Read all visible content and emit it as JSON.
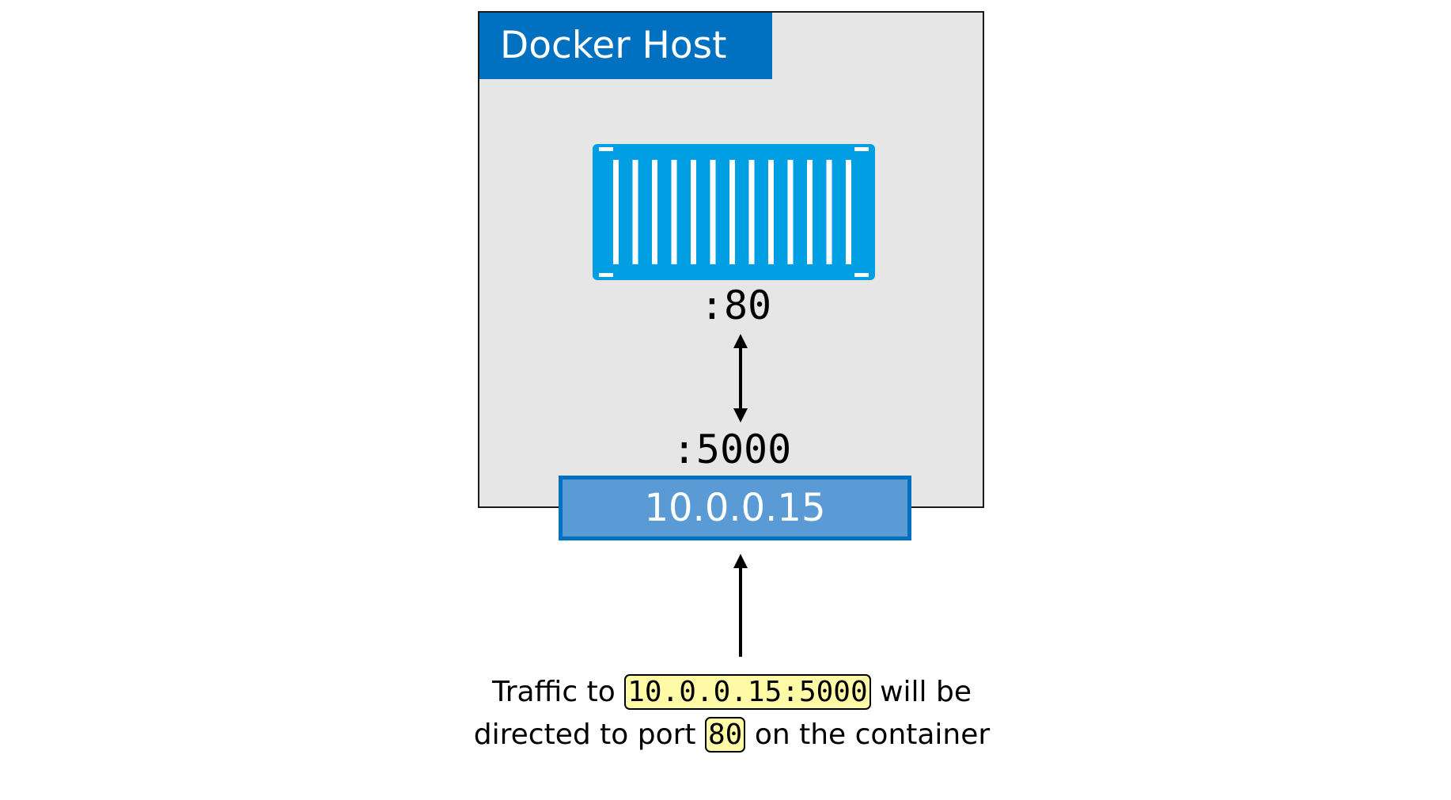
{
  "host": {
    "title": "Docker Host"
  },
  "container": {
    "icon": "shipping-container-icon",
    "color": "#009fe3",
    "port_label": ":80"
  },
  "host_port": {
    "label": ":5000"
  },
  "network": {
    "ip_label": "10.0.0.15"
  },
  "caption": {
    "part1": "Traffic to",
    "highlight1": "10.0.0.15:5000",
    "part2": "will be directed to port",
    "highlight2": "80",
    "part3": "on the container"
  },
  "colors": {
    "title_bg": "#0070c0",
    "host_bg": "#e6e6e6",
    "ip_bg": "#5b9bd5",
    "highlight_bg": "#fffaa6"
  }
}
